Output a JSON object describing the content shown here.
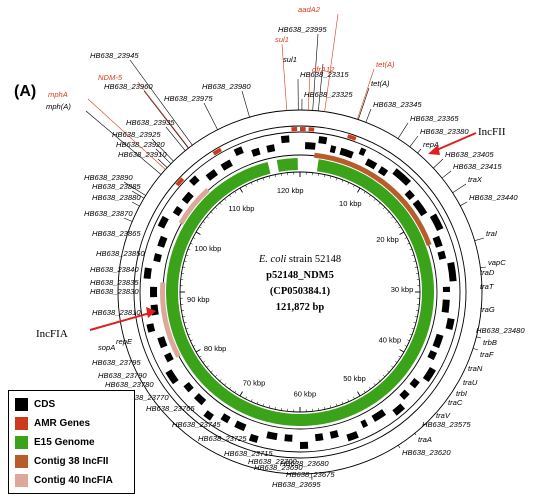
{
  "panel_label": "(A)",
  "colors": {
    "cds": "#000000",
    "amr": "#cc3b1b",
    "e15": "#3ba31a",
    "contig38": "#b85c2b",
    "contig40": "#dba89a",
    "label_red": "#e03a1e",
    "arrow": "#e01e1e"
  },
  "center": {
    "organism_italic": "E. coli",
    "organism_rest": " strain 52148",
    "plasmid": "p52148_NDM5",
    "accession": "(CP050384.1)",
    "length": "121,872 bp"
  },
  "scale_ticks": [
    "10 kbp",
    "20 kbp",
    "30 kbp",
    "40 kbp",
    "50 kbp",
    "60 kbp",
    "70 kbp",
    "80 kbp",
    "90 kbp",
    "100 kbp",
    "110 kbp",
    "120 kbp"
  ],
  "callouts": {
    "incfii": "IncFII",
    "incfia": "IncFIA"
  },
  "legend": [
    {
      "label": "CDS",
      "color": "#000000"
    },
    {
      "label": "AMR Genes",
      "color": "#cc3b1b"
    },
    {
      "label": "E15 Genome",
      "color": "#3ba31a"
    },
    {
      "label": "Contig 38 IncFII",
      "color": "#b85c2b"
    },
    {
      "label": "Contig 40 IncFIA",
      "color": "#dba89a"
    }
  ],
  "gene_labels": [
    {
      "text": "aadA2",
      "red": true
    },
    {
      "text": "HB638_23995",
      "red": false
    },
    {
      "text": "sul1",
      "red": true
    },
    {
      "text": "sul1",
      "red": false
    },
    {
      "text": "dfrA12",
      "red": true
    },
    {
      "text": "HB638_23315",
      "red": false
    },
    {
      "text": "tet(A)",
      "red": true
    },
    {
      "text": "tet(A)",
      "red": false
    },
    {
      "text": "HB638_23325",
      "red": false
    },
    {
      "text": "HB638_23345",
      "red": false
    },
    {
      "text": "HB638_23365",
      "red": false
    },
    {
      "text": "HB638_23380",
      "red": false
    },
    {
      "text": "repA",
      "red": false
    },
    {
      "text": "HB638_23405",
      "red": false
    },
    {
      "text": "HB638_23415",
      "red": false
    },
    {
      "text": "traX",
      "red": false
    },
    {
      "text": "HB638_23440",
      "red": false
    },
    {
      "text": "traI",
      "red": false
    },
    {
      "text": "vapC",
      "red": false
    },
    {
      "text": "traD",
      "red": false
    },
    {
      "text": "traT",
      "red": false
    },
    {
      "text": "traG",
      "red": false
    },
    {
      "text": "HB638_23480",
      "red": false
    },
    {
      "text": "trbB",
      "red": false
    },
    {
      "text": "traF",
      "red": false
    },
    {
      "text": "traN",
      "red": false
    },
    {
      "text": "traU",
      "red": false
    },
    {
      "text": "trbI",
      "red": false
    },
    {
      "text": "traC",
      "red": false
    },
    {
      "text": "traV",
      "red": false
    },
    {
      "text": "HB638_23575",
      "red": false
    },
    {
      "text": "traA",
      "red": false
    },
    {
      "text": "HB638_23620",
      "red": false
    },
    {
      "text": "HB638_23675",
      "red": false
    },
    {
      "text": "HB638_23680",
      "red": false
    },
    {
      "text": "HB638_23695",
      "red": false
    },
    {
      "text": "HB638_23690",
      "red": false
    },
    {
      "text": "HB638_23700",
      "red": false
    },
    {
      "text": "HB638_23715",
      "red": false
    },
    {
      "text": "HB638_23725",
      "red": false
    },
    {
      "text": "HB638_23745",
      "red": false
    },
    {
      "text": "HB638_23765",
      "red": false
    },
    {
      "text": "HB638_23770",
      "red": false
    },
    {
      "text": "HB638_23780",
      "red": false
    },
    {
      "text": "HB638_23790",
      "red": false
    },
    {
      "text": "HB638_23795",
      "red": false
    },
    {
      "text": "sopA",
      "red": false
    },
    {
      "text": "repE",
      "red": false
    },
    {
      "text": "HB638_23810",
      "red": false
    },
    {
      "text": "HB638_23830",
      "red": false
    },
    {
      "text": "HB638_23835",
      "red": false
    },
    {
      "text": "HB638_23840",
      "red": false
    },
    {
      "text": "HB638_23850",
      "red": false
    },
    {
      "text": "HB638_23865",
      "red": false
    },
    {
      "text": "HB638_23870",
      "red": false
    },
    {
      "text": "HB638_23880",
      "red": false
    },
    {
      "text": "HB638_23885",
      "red": false
    },
    {
      "text": "HB638_23890",
      "red": false
    },
    {
      "text": "HB638_23910",
      "red": false
    },
    {
      "text": "HB638_23920",
      "red": false
    },
    {
      "text": "HB638_23925",
      "red": false
    },
    {
      "text": "HB638_23935",
      "red": false
    },
    {
      "text": "mph(A)",
      "red": false
    },
    {
      "text": "mphA",
      "red": true
    },
    {
      "text": "HB638_23945",
      "red": false
    },
    {
      "text": "NDM-5",
      "red": true
    },
    {
      "text": "HB638_23960",
      "red": false
    },
    {
      "text": "HB638_23975",
      "red": false
    },
    {
      "text": "HB638_23980",
      "red": false
    }
  ]
}
